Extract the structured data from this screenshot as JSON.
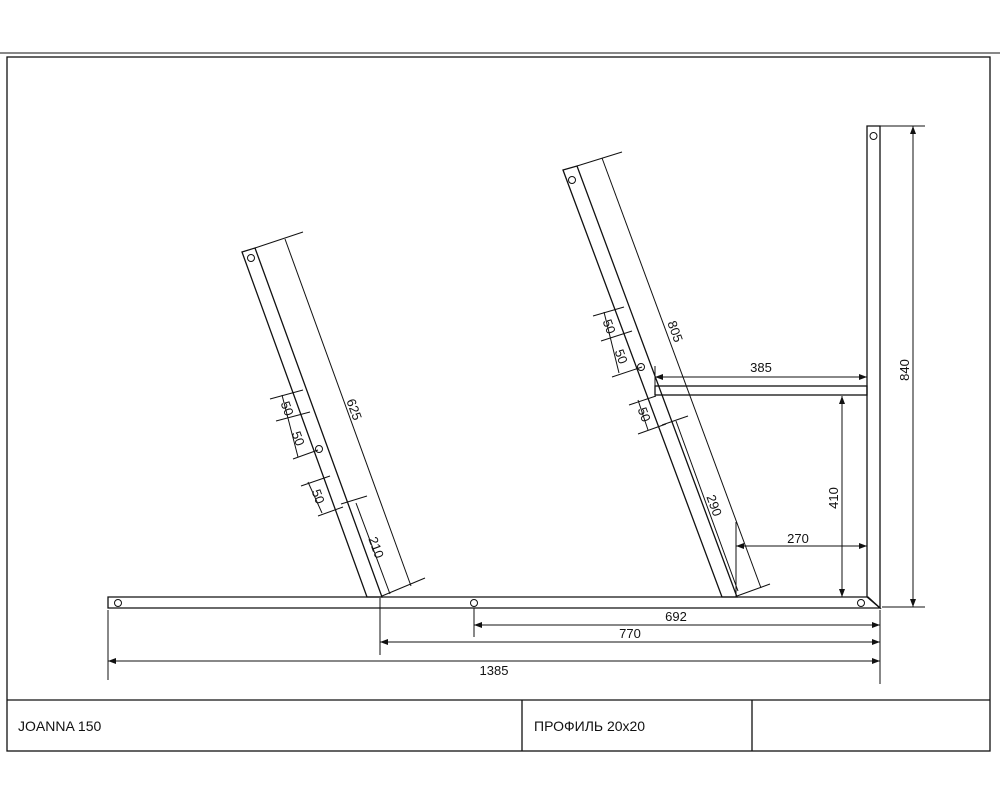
{
  "title_block": {
    "model": "JOANNA 150",
    "material": "ПРОФИЛЬ 20x20",
    "extra": ""
  },
  "dimensions": {
    "base_total": "1385",
    "base_770": "770",
    "base_692": "692",
    "post_height": "840",
    "arm_length": "385",
    "arm_height": "410",
    "inner_offset": "270",
    "left_leg_length": "625",
    "left_leg_lower": "210",
    "left_step_1": "50",
    "left_step_2": "50",
    "left_step_3": "50",
    "right_leg_length": "805",
    "right_leg_lower": "290",
    "right_step_1": "50",
    "right_step_2": "50",
    "right_step_3": "50"
  },
  "colors": {
    "line": "#111111",
    "background": "#ffffff"
  }
}
